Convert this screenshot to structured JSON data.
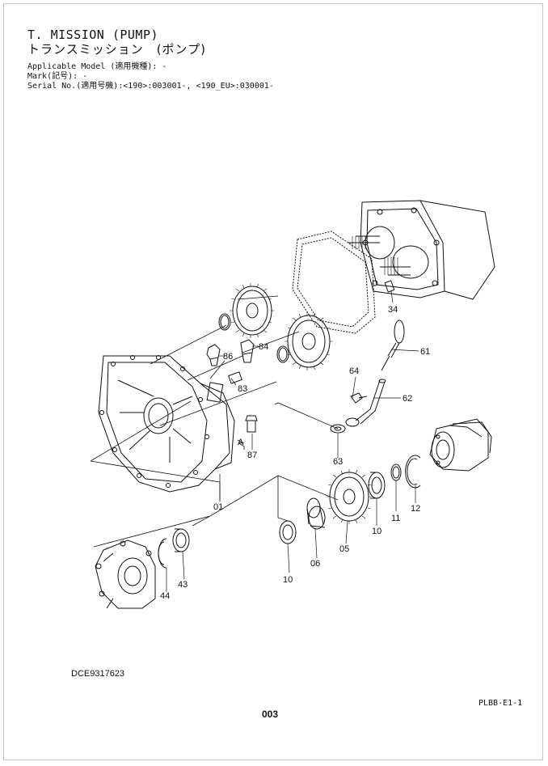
{
  "header": {
    "title_en": "T. MISSION (PUMP)",
    "title_jp": "トランスミッション　(ポンプ)",
    "applicable_model": "Applicable Model (適用機種): -",
    "mark": "Mark(記号): -",
    "serial_no": "Serial No.(適用号機):<190>:003001-, <190_EU>:030001-"
  },
  "callouts": {
    "p01": "01",
    "p05": "05",
    "p06": "06",
    "p10a": "10",
    "p10b": "10",
    "p11": "11",
    "p12": "12",
    "p34": "34",
    "p43": "43",
    "p44": "44",
    "p61": "61",
    "p62": "62",
    "p63": "63",
    "p64": "64",
    "p83": "83",
    "p84": "84",
    "p86": "86",
    "p87": "87",
    "view_a": "A"
  },
  "footer": {
    "doc_code": "DCE9317623",
    "sheet_code": "PLBB-E1-1",
    "page_number": "003"
  }
}
